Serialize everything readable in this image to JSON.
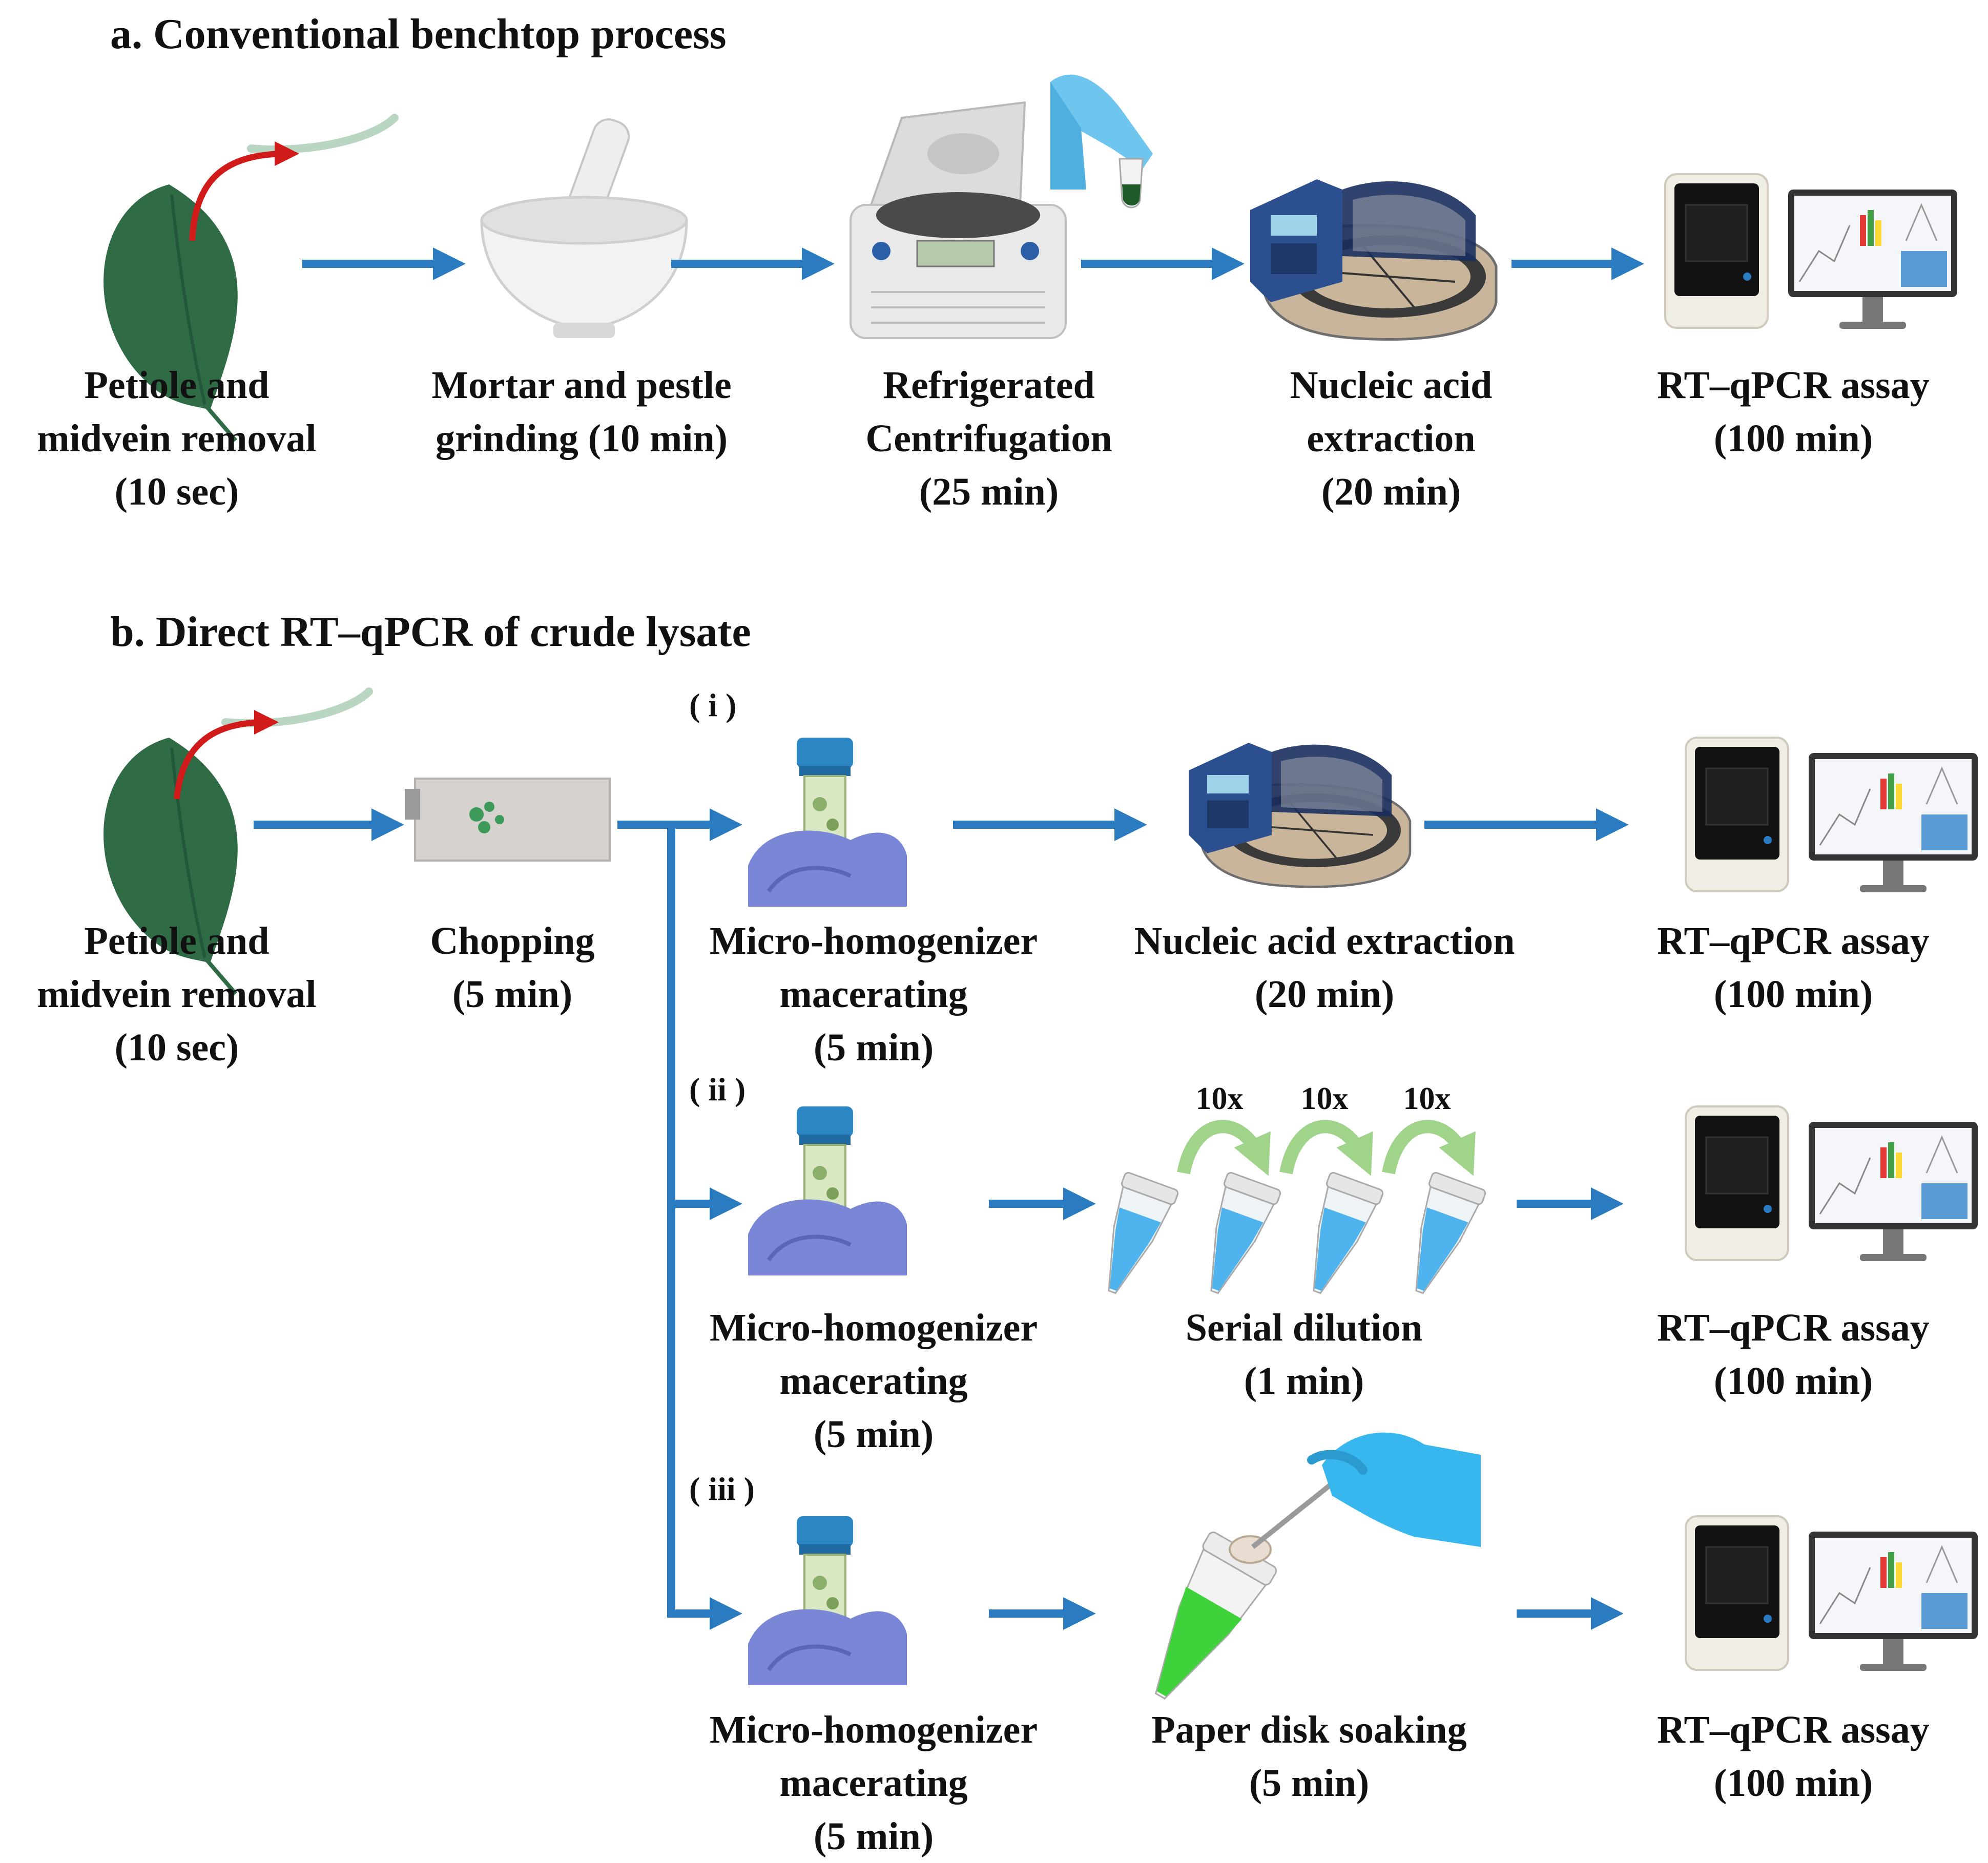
{
  "section_a": {
    "heading": "a. Conventional benchtop process",
    "steps": [
      {
        "lines": [
          "Petiole and",
          "midvein removal",
          "(10 sec)"
        ]
      },
      {
        "lines": [
          "Mortar and pestle",
          "grinding (10 min)"
        ]
      },
      {
        "lines": [
          "Refrigerated",
          "Centrifugation",
          "(25 min)"
        ]
      },
      {
        "lines": [
          "Nucleic acid",
          "extraction",
          "(20 min)"
        ]
      },
      {
        "lines": [
          "RT–qPCR assay",
          "(100 min)"
        ]
      }
    ]
  },
  "section_b": {
    "heading": "b. Direct RT–qPCR of crude lysate",
    "first_step": {
      "lines": [
        "Petiole and",
        "midvein removal",
        "(10 sec)"
      ]
    },
    "chopping": {
      "lines": [
        "Chopping",
        "(5 min)"
      ]
    },
    "branches": [
      {
        "roman": "( i )",
        "macerate": {
          "lines": [
            "Micro-homogenizer",
            "macerating",
            "(5 min)"
          ]
        },
        "middle": {
          "lines": [
            "Nucleic acid extraction",
            "(20 min)"
          ]
        },
        "end": {
          "lines": [
            "RT–qPCR assay",
            "(100 min)"
          ]
        }
      },
      {
        "roman": "( ii )",
        "macerate": {
          "lines": [
            "Micro-homogenizer",
            "macerating",
            "(5 min)"
          ]
        },
        "middle": {
          "lines": [
            "Serial dilution",
            "(1 min)"
          ]
        },
        "end": {
          "lines": [
            "RT–qPCR assay",
            "(100 min)"
          ]
        }
      },
      {
        "roman": "( iii )",
        "macerate": {
          "lines": [
            "Micro-homogenizer",
            "macerating",
            "(5 min)"
          ]
        },
        "middle": {
          "lines": [
            "Paper disk soaking",
            "(5 min)"
          ]
        },
        "end": {
          "lines": [
            "RT–qPCR assay",
            "(100 min)"
          ]
        }
      }
    ],
    "dilution_labels": [
      "10x",
      "10x",
      "10x"
    ]
  },
  "colors": {
    "arrow": "#2a7bbf",
    "leaf": "#2f6b45",
    "red_arrow": "#d11a1a",
    "glove": "#7a86d6",
    "tube_blue": "#4fb4ee",
    "tube_green": "#3fd23a",
    "cap_blue": "#2c86c4"
  },
  "icons": [
    "leaf-icon",
    "mortar-pestle-icon",
    "centrifuge-icon",
    "extractor-icon",
    "qpcr-instrument-icon",
    "chopping-board-icon",
    "homogenizer-icon",
    "dilution-tubes-icon",
    "paper-disk-tube-icon"
  ]
}
